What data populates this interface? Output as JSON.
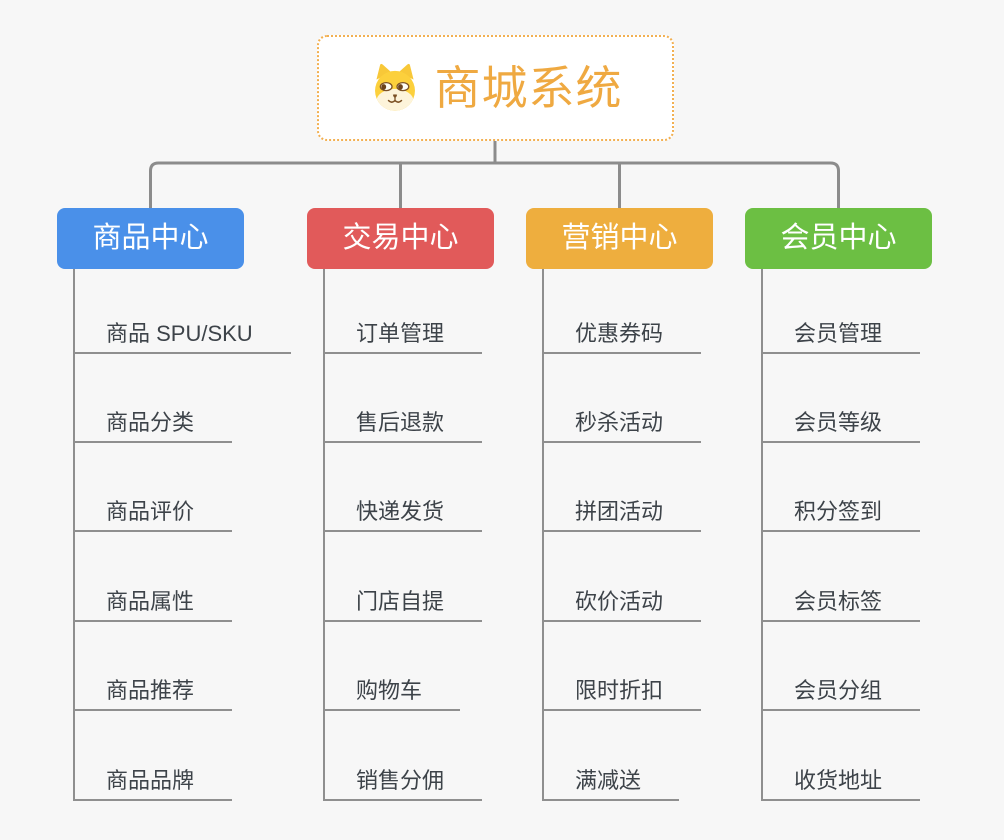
{
  "canvas": {
    "background": "#f7f7f7",
    "connector_color": "#8c8c8c"
  },
  "root": {
    "title": "商城系统",
    "icon": "dog-face-icon",
    "text_color": "#efa941",
    "border_color": "#f2b052"
  },
  "branches": [
    {
      "id": "goods",
      "label": "商品中心",
      "color": "#4a90e9",
      "children": [
        "商品 SPU/SKU",
        "商品分类",
        "商品评价",
        "商品属性",
        "商品推荐",
        "商品品牌"
      ]
    },
    {
      "id": "trade",
      "label": "交易中心",
      "color": "#e15a5a",
      "children": [
        "订单管理",
        "售后退款",
        "快递发货",
        "门店自提",
        "购物车",
        "销售分佣"
      ]
    },
    {
      "id": "marketing",
      "label": "营销中心",
      "color": "#eeae3e",
      "children": [
        "优惠券码",
        "秒杀活动",
        "拼团活动",
        "砍价活动",
        "限时折扣",
        "满减送"
      ]
    },
    {
      "id": "member",
      "label": "会员中心",
      "color": "#6cbf43",
      "children": [
        "会员管理",
        "会员等级",
        "积分签到",
        "会员标签",
        "会员分组",
        "收货地址"
      ]
    }
  ]
}
